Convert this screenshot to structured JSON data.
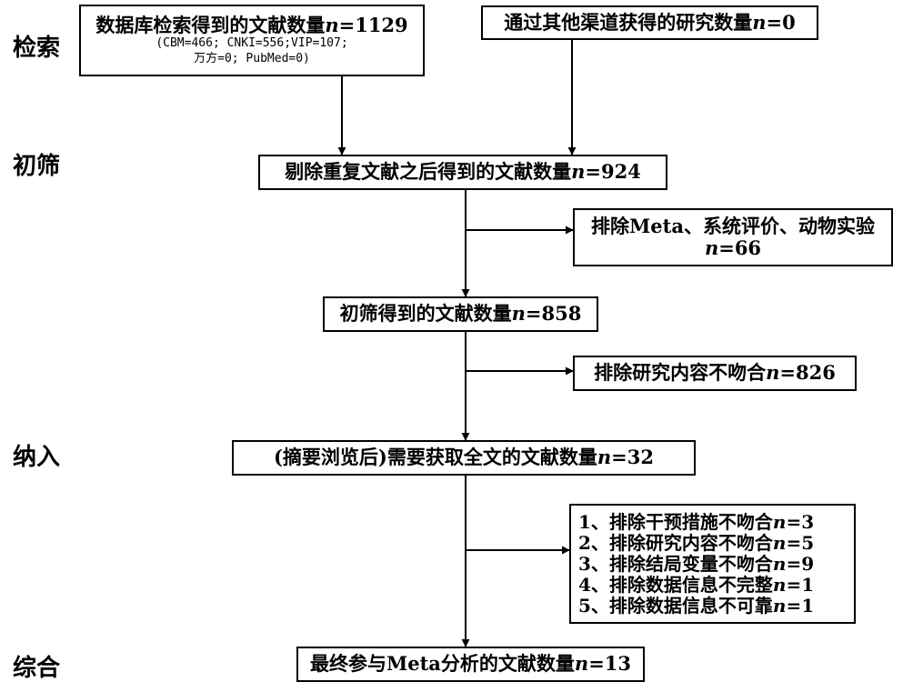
{
  "stages": {
    "search": "检索",
    "screen": "初筛",
    "include": "纳入",
    "synth": "综合"
  },
  "boxes": {
    "db": {
      "main": "数据库检索得到的文献数量",
      "var": "n",
      "val": "=1129",
      "sub1": "(CBM=466; CNKI=556;VIP=107;",
      "sub2": "万方=0; PubMed=0)"
    },
    "other": {
      "main": "通过其他渠道获得的研究数量",
      "var": "n",
      "val": "=0"
    },
    "dedup": {
      "main": "剔除重复文献之后得到的文献数量",
      "var": "n",
      "val": "=924"
    },
    "excl1": {
      "main": "排除Meta、系统评价、动物实验",
      "var": "n",
      "val": "=66"
    },
    "screened": {
      "main": "初筛得到的文献数量",
      "var": "n",
      "val": "=858"
    },
    "excl2": {
      "main": "排除研究内容不吻合",
      "var": "n",
      "val": "=826"
    },
    "fulltext": {
      "main": "(摘要浏览后)需要获取全文的文献数量",
      "var": "n",
      "val": "=32"
    },
    "excl3": {
      "items": [
        {
          "main": "1、排除干预措施不吻合",
          "var": "n",
          "val": "=3"
        },
        {
          "main": "2、排除研究内容不吻合",
          "var": "n",
          "val": "=5"
        },
        {
          "main": "3、排除结局变量不吻合",
          "var": "n",
          "val": "=9"
        },
        {
          "main": "4、排除数据信息不完整",
          "var": "n",
          "val": "=1"
        },
        {
          "main": "5、排除数据信息不可靠",
          "var": "n",
          "val": "=1"
        }
      ]
    },
    "final": {
      "main": "最终参与Meta分析的文献数量",
      "var": "n",
      "val": "=13"
    }
  }
}
